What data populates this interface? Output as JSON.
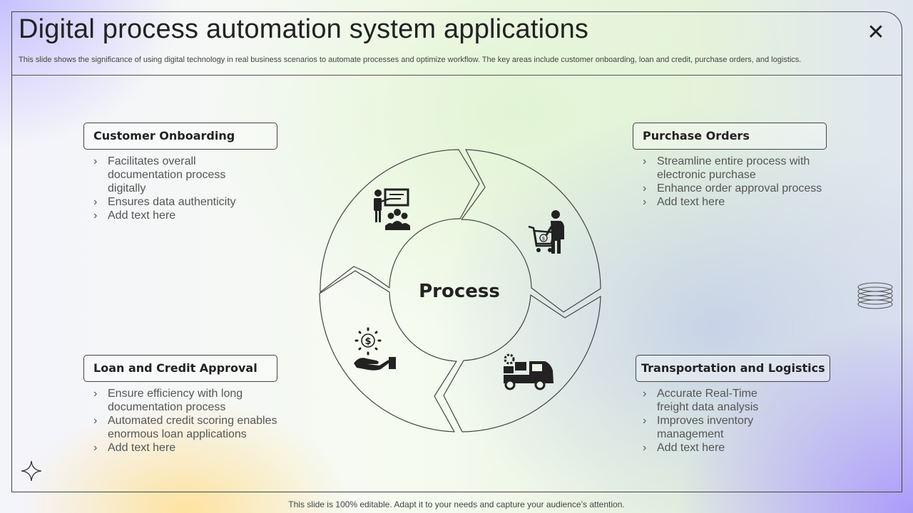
{
  "header": {
    "title": "Digital process automation system applications",
    "subtitle": "This slide shows the significance of using digital technology in real business scenarios to automate processes and optimize workflow. The key areas include customer onboarding, loan and credit, purchase orders, and logistics.",
    "close_label": "✕"
  },
  "diagram": {
    "center_label": "Process",
    "icons": [
      "presentation-icon",
      "shopping-cart-icon",
      "money-hand-icon",
      "delivery-truck-icon"
    ]
  },
  "sections": [
    {
      "title": "Customer Onboarding",
      "bullets": [
        "Facilitates overall documentation process digitally",
        "Ensures data authenticity",
        "Add text here"
      ]
    },
    {
      "title": "Purchase Orders",
      "bullets": [
        "Streamline entire process with electronic purchase",
        "Enhance order approval process",
        "Add text here"
      ]
    },
    {
      "title": "Loan and Credit Approval",
      "bullets": [
        "Ensure efficiency with long documentation process",
        "Automated credit scoring enables enormous loan applications",
        "Add text here"
      ]
    },
    {
      "title": "Transportation and Logistics",
      "bullets": [
        "Accurate Real-Time freight data analysis",
        "Improves inventory management",
        "Add text here"
      ]
    }
  ],
  "footer": {
    "note": "This slide is 100% editable. Adapt it to your needs and capture your audience’s attention."
  },
  "colors": {
    "outline": "#444444",
    "text": "#222222",
    "muted": "#555555"
  }
}
